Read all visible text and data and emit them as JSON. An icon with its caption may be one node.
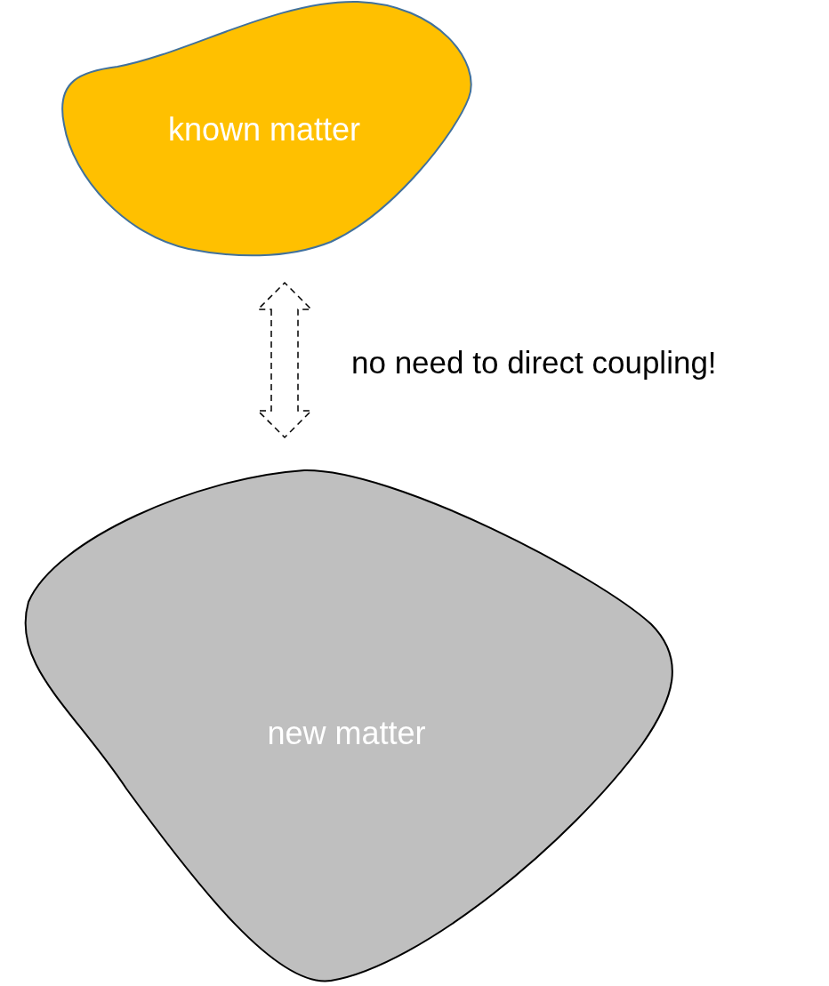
{
  "diagram": {
    "nodes": [
      {
        "text": [
          "known matter"
        ]
      },
      {
        "text": [
          "new matter"
        ]
      }
    ],
    "edges": [
      {
        "from": 0,
        "to": 1,
        "arrow": "both",
        "style": "dashed",
        "label": "no need to direct coupling!"
      }
    ]
  }
}
